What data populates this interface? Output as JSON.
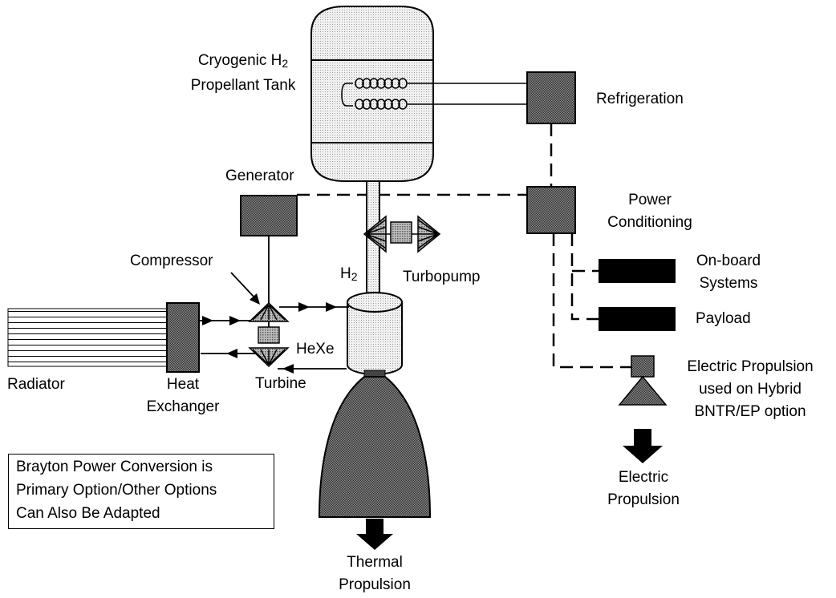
{
  "labels": {
    "tank_line1_a": "Cryogenic H",
    "tank_line1_sub": "2",
    "tank_line2": "Propellant Tank",
    "refrigeration": "Refrigeration",
    "generator": "Generator",
    "power_conditioning_1": "Power",
    "power_conditioning_2": "Conditioning",
    "compressor": "Compressor",
    "h2_a": "H",
    "h2_sub": "2",
    "turbopump": "Turbopump",
    "onboard_1": "On-board",
    "onboard_2": "Systems",
    "payload": "Payload",
    "radiator": "Radiator",
    "hexe": "HeXe",
    "turbine": "Turbine",
    "heat_exchanger_1": "Heat",
    "heat_exchanger_2": "Exchanger",
    "ep_1": "Electric Propulsion",
    "ep_2": "used on Hybrid",
    "ep_3": "BNTR/EP option",
    "electric_propulsion_1": "Electric",
    "electric_propulsion_2": "Propulsion",
    "thermal_propulsion_1": "Thermal",
    "thermal_propulsion_2": "Propulsion"
  },
  "note": {
    "line1": "Brayton Power Conversion is",
    "line2": "Primary Option/Other Options",
    "line3": "Can Also Be Adapted"
  }
}
